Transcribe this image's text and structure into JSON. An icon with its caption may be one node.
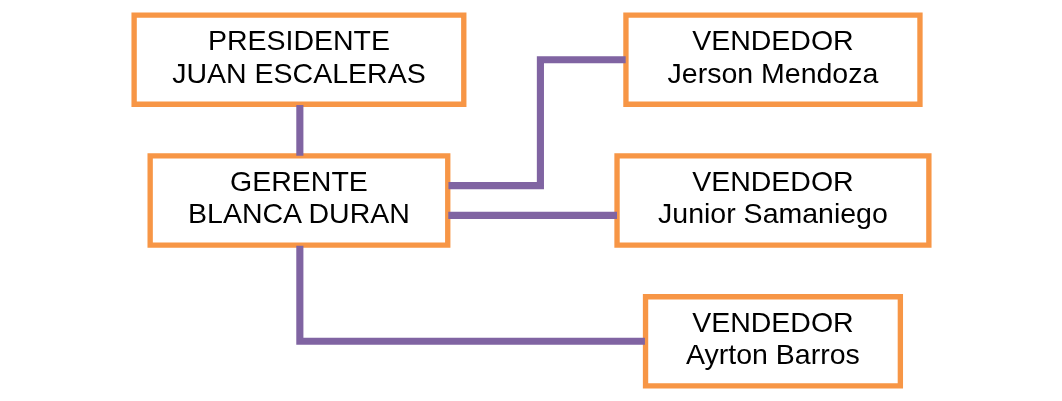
{
  "diagram": {
    "nodes": [
      {
        "text": [
          "PRESIDENTE",
          "JUAN ESCALERAS"
        ]
      },
      {
        "text": [
          "GERENTE",
          "BLANCA DURAN"
        ]
      },
      {
        "text": [
          "VENDEDOR",
          "Jerson Mendoza"
        ]
      },
      {
        "text": [
          "VENDEDOR",
          "Junior Samaniego"
        ]
      },
      {
        "text": [
          "VENDEDOR",
          "Ayrton Barros"
        ]
      }
    ],
    "edges": [
      {
        "from": 0,
        "to": 1,
        "arrow": "none"
      },
      {
        "from": 1,
        "to": 2,
        "arrow": "none"
      },
      {
        "from": 1,
        "to": 3,
        "arrow": "none"
      },
      {
        "from": 1,
        "to": 4,
        "arrow": "none"
      }
    ]
  }
}
